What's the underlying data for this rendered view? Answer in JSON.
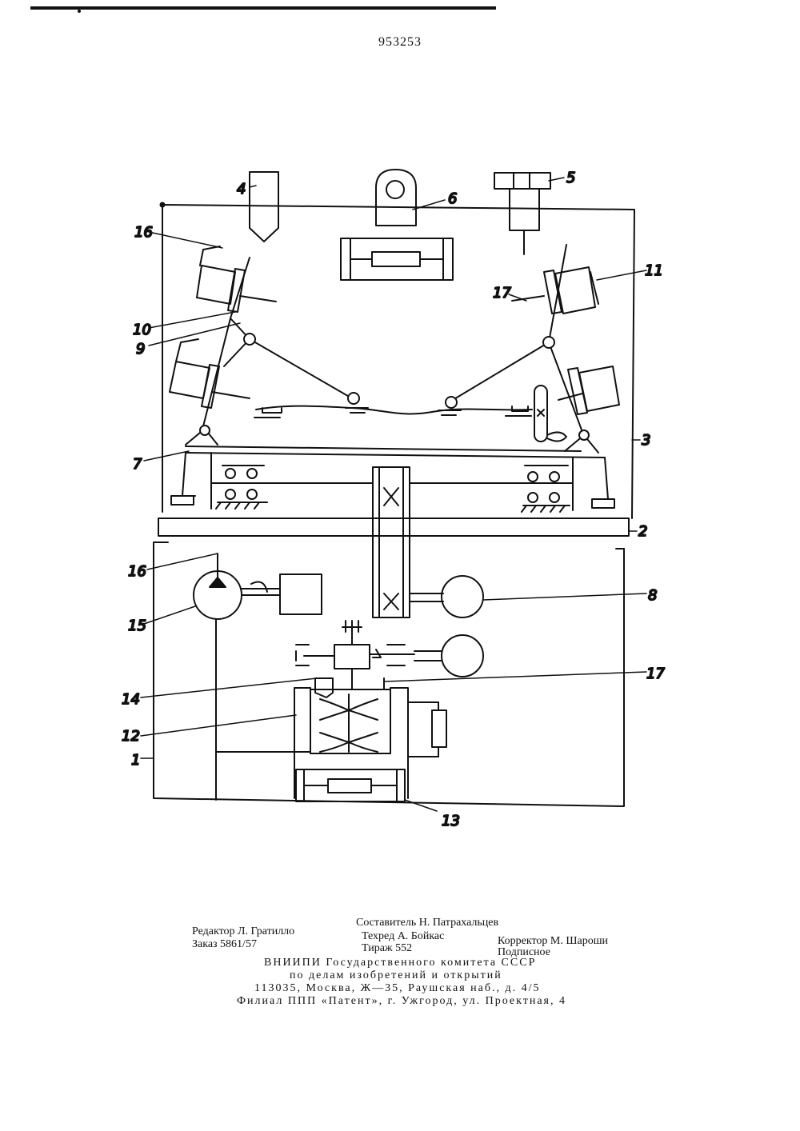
{
  "patent_number": "953253",
  "figure_labels": {
    "l1": "1",
    "l2": "2",
    "l3": "3",
    "l4": "4",
    "l5": "5",
    "l6": "6",
    "l7": "7",
    "l8": "8",
    "l9": "9",
    "l10": "10",
    "l11": "11",
    "l12": "12",
    "l13": "13",
    "l14": "14",
    "l15": "15",
    "l16a": "16",
    "l16b": "16",
    "l17a": "17",
    "l17b": "17"
  },
  "imprint": {
    "editor": "Редактор Л. Гратилло",
    "compiler": "Составитель Н. Патрахальцев",
    "techred": "Техред А. Бойкас",
    "corrector": "Корректор М. Шароши",
    "order": "Заказ 5861/57",
    "circulation": "Тираж 552",
    "subscription": "Подписное",
    "org_line1": "ВНИИПИ Государственного комитета СССР",
    "org_line2": "по делам изобретений и открытий",
    "address": "113035, Москва, Ж—35, Раушская наб., д. 4/5",
    "branch": "Филиал ППП «Патент», г. Ужгород, ул. Проектная, 4"
  }
}
